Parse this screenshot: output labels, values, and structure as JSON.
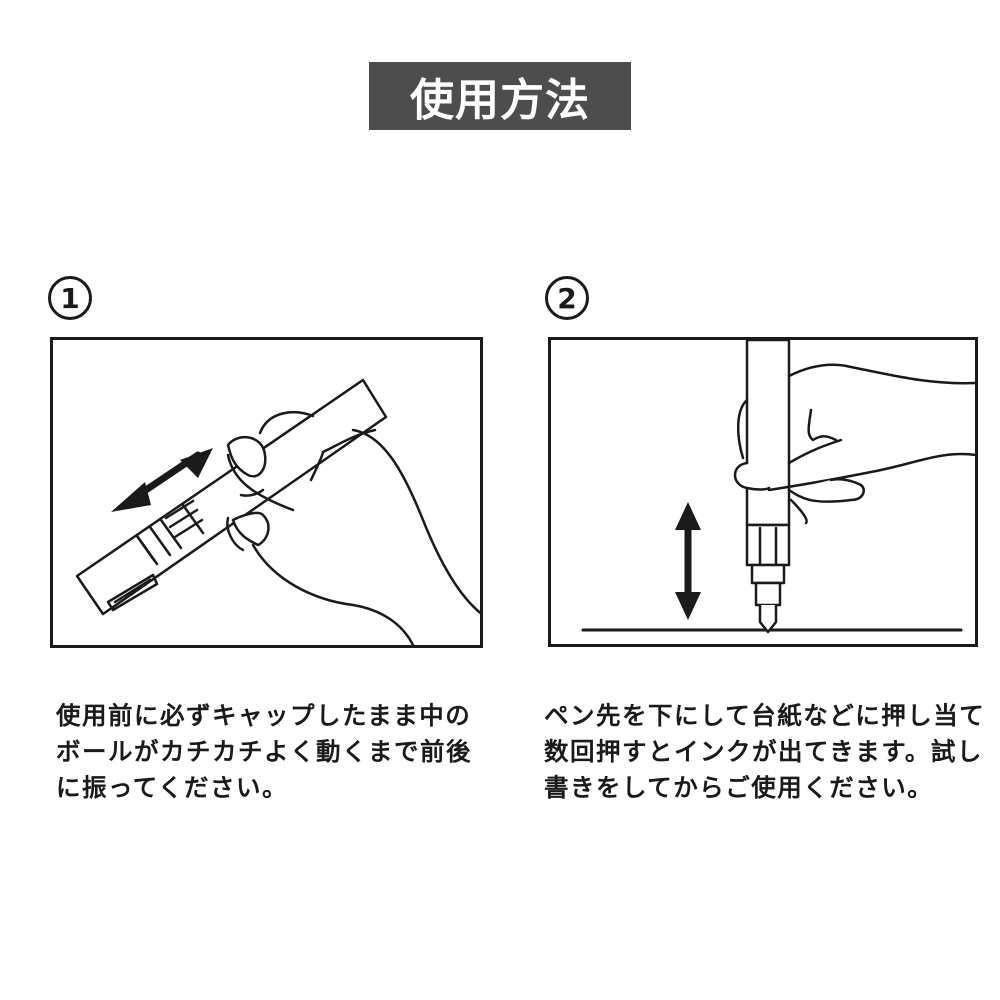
{
  "title": "使用方法",
  "steps": [
    {
      "number": "1",
      "illustration": "hand-shaking-pen-icon",
      "description_lines": [
        "使用前に必ずキャップしたまま中の",
        "ボールがカチカチよく動くまで前後",
        "に振ってください。"
      ]
    },
    {
      "number": "2",
      "illustration": "hand-pressing-pen-tip-icon",
      "description_lines": [
        "ペン先を下にして台紙などに押し当て",
        "数回押すとインクが出てきます。試し",
        "書きをしてからご使用ください。"
      ]
    }
  ],
  "colors": {
    "banner_bg": "#4d4d4d",
    "banner_text": "#ffffff",
    "line": "#1a1a1a"
  }
}
